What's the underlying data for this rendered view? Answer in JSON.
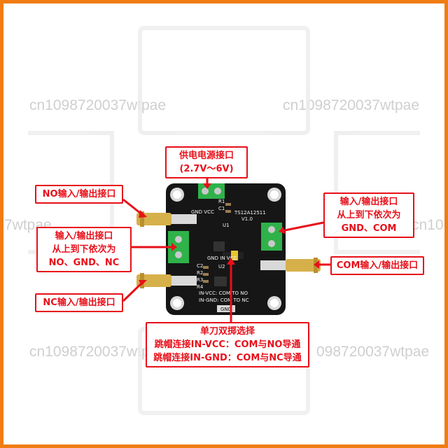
{
  "watermarks": {
    "w1": "cn1098720037wtpae",
    "w2": "cn1098720037wtpae",
    "w3": "7wtpae",
    "w4": "cn10",
    "w5": "cn1098720037wtpae",
    "w6": "098720037wtpae"
  },
  "callouts": {
    "power": {
      "line1": "供电电源接口",
      "line2": "(2.7V～6V)"
    },
    "no_port": {
      "line1": "NO输入/输出接口"
    },
    "left_header": {
      "line1": "输入/输出接口",
      "line2": "从上到下依次为",
      "line3": "NO、GND、NC"
    },
    "nc_port": {
      "line1": "NC输入/输出接口"
    },
    "right_header": {
      "line1": "输入/输出接口",
      "line2": "从上到下依次为",
      "line3": "GND、COM"
    },
    "com_port": {
      "line1": "COM输入/输出接口"
    },
    "jumper": {
      "line1": "单刀双掷选择",
      "line2": "跳帽连接IN-VCC：COM与NO导通",
      "line3": "跳帽连接IN-GND：COM与NC导通"
    }
  },
  "pcb": {
    "model": "TS12A12511",
    "version": "V1.0",
    "gnd_vcc_top": "GND VCC",
    "gnd_in_vcc": "GND IN VCC",
    "in_vcc": "IN-VCC:  COM TO NO",
    "in_gnd": "IN-GND:  COM TO NC",
    "gnd_bottom": "GND",
    "u1": "U1",
    "u2": "U2",
    "r1": "R1",
    "r2": "R2",
    "r3": "R3",
    "r4": "R4",
    "c1": "C1",
    "c2": "C2"
  },
  "colors": {
    "frame": "#f07c12",
    "callout": "#e8101a",
    "pcb": "#161616",
    "terminal": "#2fb24a",
    "sma": "#d6b04a"
  }
}
